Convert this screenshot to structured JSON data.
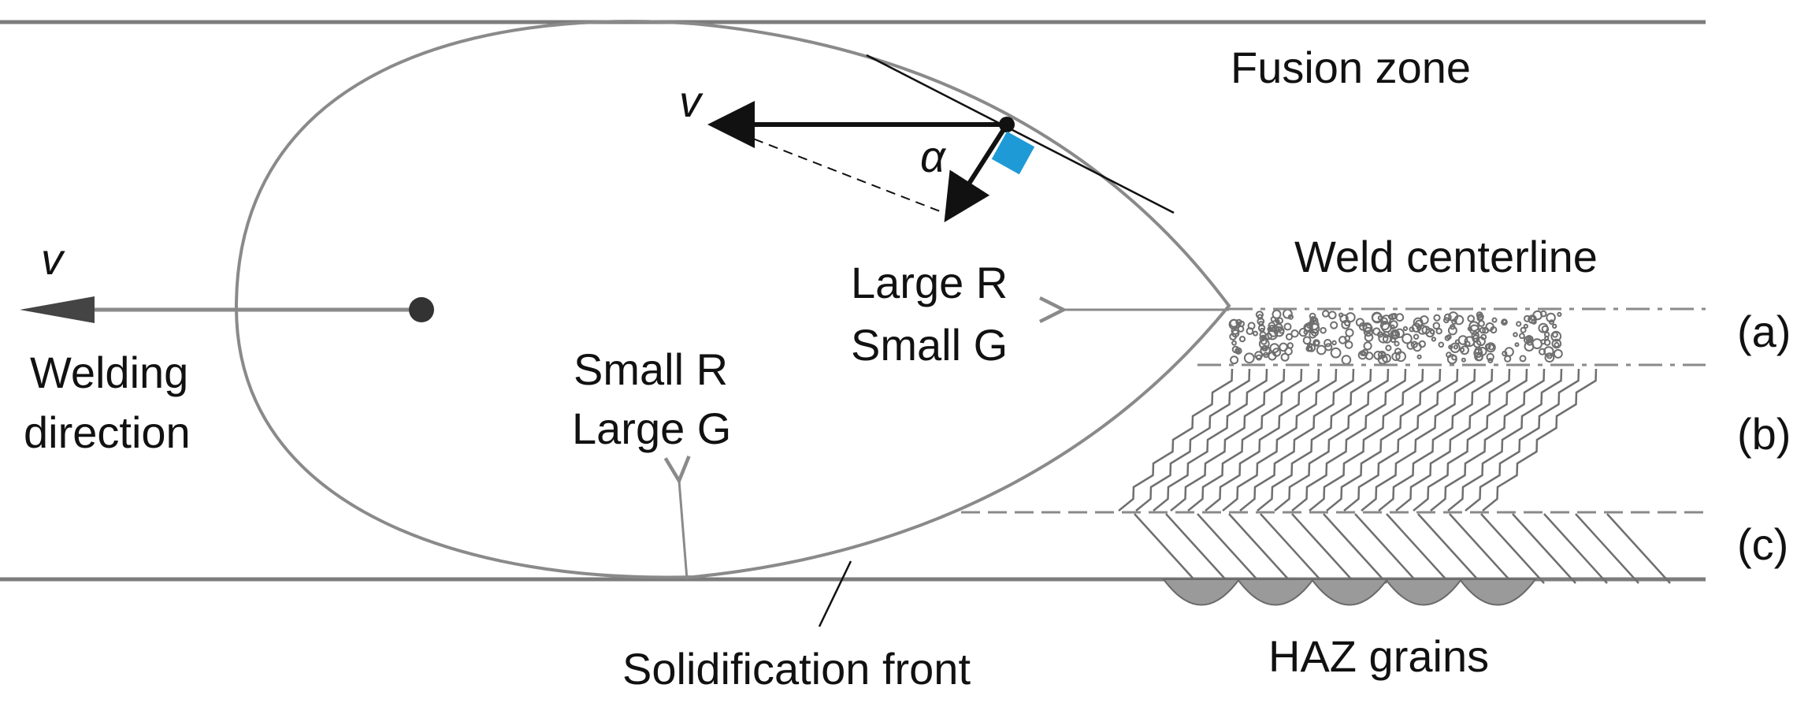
{
  "labels": {
    "fusion_zone": "Fusion zone",
    "weld_centerline": "Weld centerline",
    "large_r": "Large R",
    "small_g": "Small G",
    "small_r": "Small R",
    "large_g": "Large G",
    "welding": "Welding",
    "direction": "direction",
    "v_top": "v",
    "v_left": "v",
    "alpha": "α",
    "label_a": "(a)",
    "label_b": "(b)",
    "label_c": "(c)",
    "solidification_front": "Solidification front",
    "haz_grains": "HAZ grains"
  },
  "colors": {
    "line": "#8a8a8a",
    "dark": "#111111",
    "accent": "#1e9ad6"
  }
}
